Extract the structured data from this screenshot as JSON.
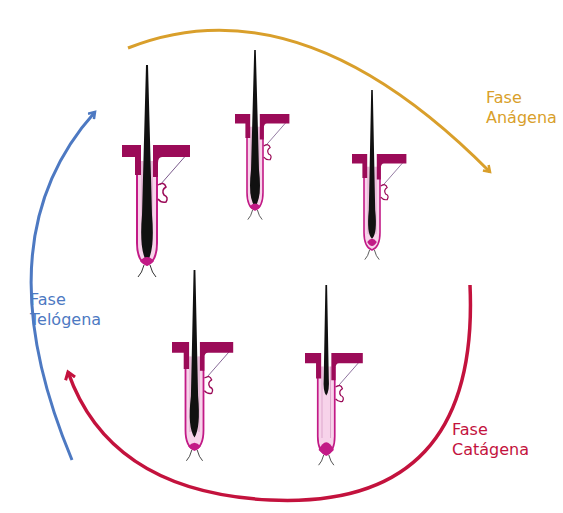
{
  "diagram": {
    "labels": [
      "Fase Anágena",
      "Fase Catágena",
      "Fase Telógena"
    ]
  }
}
